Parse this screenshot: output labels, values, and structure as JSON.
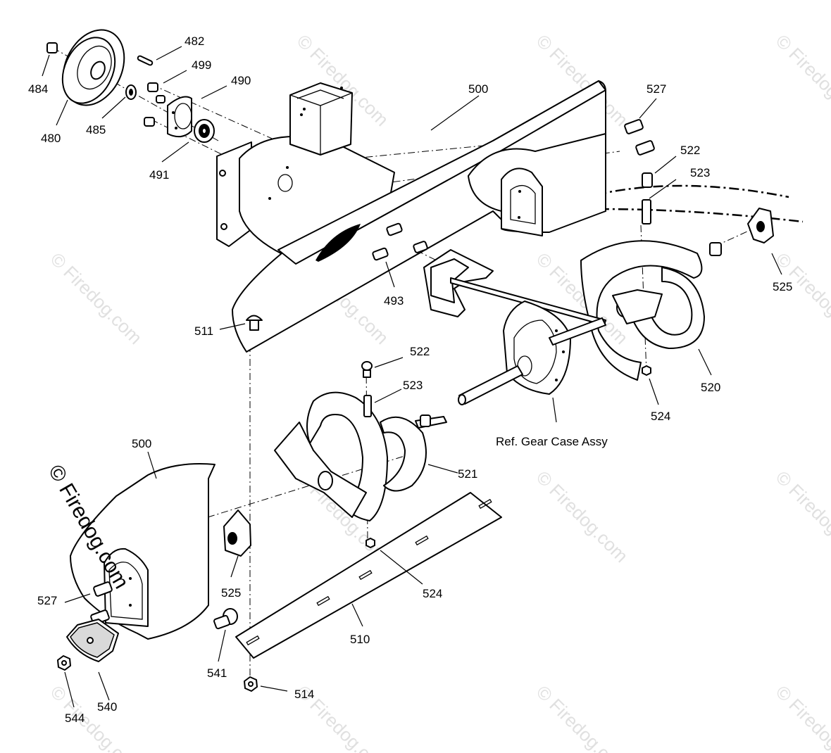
{
  "watermark": {
    "text": "© Firedog.com",
    "main_text": "© Firedog.com"
  },
  "reference_label": "Ref. Gear Case Assy",
  "callouts": {
    "c482": "482",
    "c499": "499",
    "c490": "490",
    "c484": "484",
    "c480": "480",
    "c485": "485",
    "c491": "491",
    "c500_top": "500",
    "c527_top": "527",
    "c522_top": "522",
    "c523_top": "523",
    "c525_right": "525",
    "c493": "493",
    "c511": "511",
    "c522_mid": "522",
    "c523_mid": "523",
    "c520": "520",
    "c524_right": "524",
    "c521": "521",
    "c500_left": "500",
    "c525_left": "525",
    "c524_mid": "524",
    "c527_left": "527",
    "c510": "510",
    "c541": "541",
    "c540": "540",
    "c544": "544",
    "c514": "514"
  }
}
